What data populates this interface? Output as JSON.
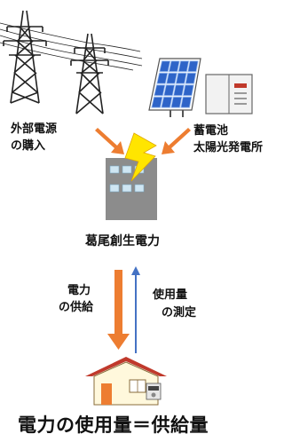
{
  "labels": {
    "external_power": [
      "外部電源",
      "の購入"
    ],
    "storage_solar": [
      "蓄電池",
      "太陽光発電所"
    ],
    "company": "葛尾創生電力",
    "supply": [
      "電力",
      "の供給"
    ],
    "measurement": [
      "使用量",
      "の測定"
    ],
    "equation": "電力の使用量＝供給量"
  },
  "colors": {
    "supply_arrow": "#ed7d31",
    "measure_arrow": "#4472c4",
    "lightning": "#ffe500",
    "building": "#8c8c8c",
    "house_roof": "#c0392b",
    "solar_panel": "#2e64c8"
  },
  "icons": [
    "power-tower-icon",
    "solar-panel-icon",
    "battery-storage-icon",
    "lightning-icon",
    "building-icon",
    "house-icon"
  ]
}
